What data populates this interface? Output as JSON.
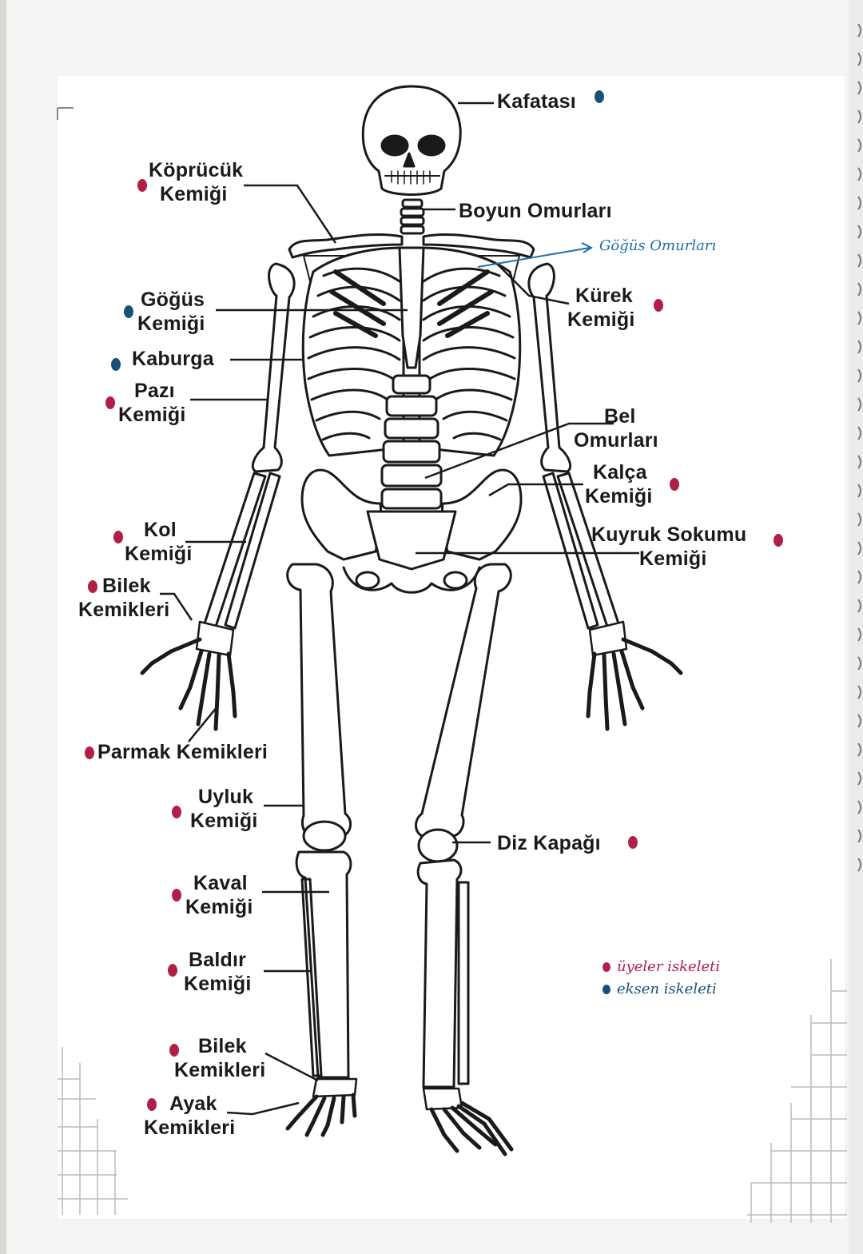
{
  "colors": {
    "appendicular": "#b21f46",
    "axial": "#17517a",
    "handwriting": "#1f6fb0",
    "ink": "#1a1a1a"
  },
  "labels": {
    "kafatasi": "Kafatası",
    "kopruculk_1": "Köprücük",
    "kopruculk_2": "Kemiği",
    "boyun": "Boyun Omurları",
    "gogus_omurlari": "Göğüs Omurları",
    "gogus_1": "Göğüs",
    "gogus_2": "Kemiği",
    "kurek_1": "Kürek",
    "kurek_2": "Kemiği",
    "kaburga": "Kaburga",
    "pazi_1": "Pazı",
    "pazi_2": "Kemiği",
    "bel_1": "Bel",
    "bel_2": "Omurları",
    "kalca_1": "Kalça",
    "kalca_2": "Kemiği",
    "kol_1": "Kol",
    "kol_2": "Kemiği",
    "kuyruk_1": "Kuyruk Sokumu",
    "kuyruk_2": "Kemiği",
    "bilek_1": "Bilek",
    "bilek_2": "Kemikleri",
    "parmak": "Parmak Kemikleri",
    "uyluk_1": "Uyluk",
    "uyluk_2": "Kemiği",
    "diz": "Diz Kapağı",
    "kaval_1": "Kaval",
    "kaval_2": "Kemiği",
    "baldir_1": "Baldır",
    "baldir_2": "Kemiği",
    "ayakbilek_1": "Bilek",
    "ayakbilek_2": "Kemikleri",
    "ayak_1": "Ayak",
    "ayak_2": "Kemikleri"
  },
  "legend": {
    "appendicular": "üyeler iskeleti",
    "axial": "eksen iskeleti"
  }
}
